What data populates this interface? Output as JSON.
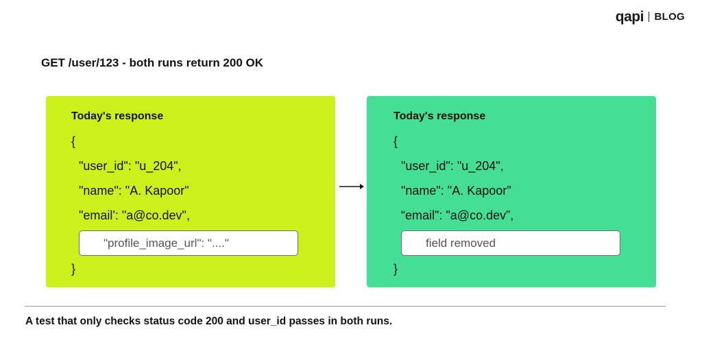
{
  "brand": {
    "logo": "qapi",
    "label": "BLOG"
  },
  "heading": "GET /user/123 - both runs return 200 OK",
  "panels": [
    {
      "title": "Today's response",
      "open_brace": "{",
      "lines": [
        "\"user_id\": \"u_204\",",
        "\"name\": \"A. Kapoor\"",
        "\"email': \"a@co.dev\","
      ],
      "field": "\"profile_image_url\": \"....\"",
      "close_brace": "}",
      "color": "#ccf019"
    },
    {
      "title": "Today's response",
      "open_brace": "{",
      "lines": [
        "\"user_id\": \"u_204\",",
        "\"name\": \"A. Kapoor\"",
        "“email\": \"a@co.dev”,"
      ],
      "field": "field removed",
      "close_brace": "}",
      "color": "#45de95"
    }
  ],
  "caption": "A test that only checks status code 200 and user_id passes in both runs."
}
